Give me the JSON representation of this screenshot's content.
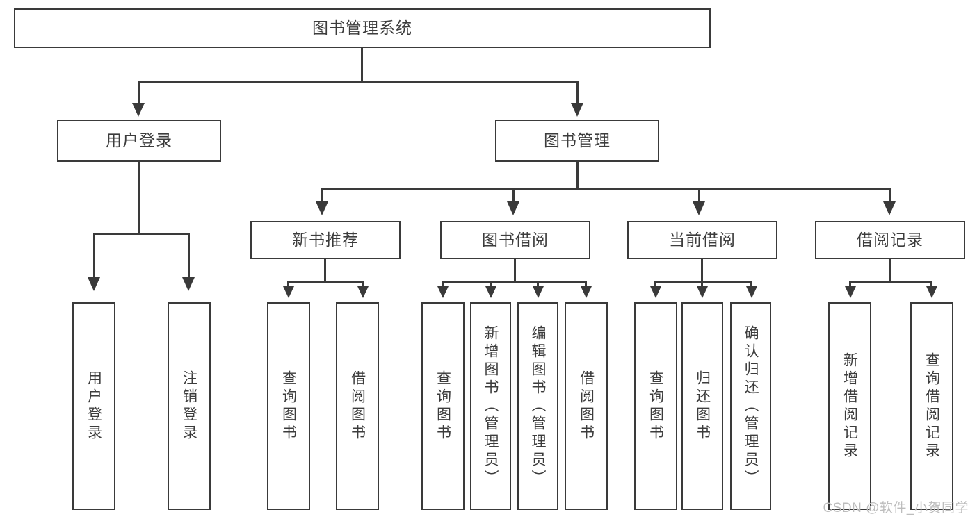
{
  "diagram": {
    "title": "图书管理系统",
    "type": "tree-hierarchy-diagram",
    "root": {
      "label": "图书管理系统"
    },
    "level2": [
      {
        "id": "user-login",
        "label": "用户登录"
      },
      {
        "id": "book-management",
        "label": "图书管理"
      }
    ],
    "level3": [
      {
        "id": "new-book-recommend",
        "label": "新书推荐"
      },
      {
        "id": "book-borrow",
        "label": "图书借阅"
      },
      {
        "id": "current-borrow",
        "label": "当前借阅"
      },
      {
        "id": "borrow-record",
        "label": "借阅记录"
      }
    ],
    "leaves": {
      "user_login": [
        {
          "id": "leaf-user-login",
          "label": "用户登录"
        },
        {
          "id": "leaf-logout",
          "label": "注销登录"
        }
      ],
      "new_book_recommend": [
        {
          "id": "leaf-query-book-1",
          "label": "查询图书"
        },
        {
          "id": "leaf-borrow-book-1",
          "label": "借阅图书"
        }
      ],
      "book_borrow": [
        {
          "id": "leaf-query-book-2",
          "label": "查询图书"
        },
        {
          "id": "leaf-add-book",
          "label": "新增图书（管理员）"
        },
        {
          "id": "leaf-edit-book",
          "label": "编辑图书（管理员）"
        },
        {
          "id": "leaf-borrow-book-2",
          "label": "借阅图书"
        }
      ],
      "current_borrow": [
        {
          "id": "leaf-query-book-3",
          "label": "查询图书"
        },
        {
          "id": "leaf-return-book",
          "label": "归还图书"
        },
        {
          "id": "leaf-confirm-return",
          "label": "确认归还（管理员）"
        }
      ],
      "borrow_record": [
        {
          "id": "leaf-add-record",
          "label": "新增借阅记录"
        },
        {
          "id": "leaf-query-record",
          "label": "查询借阅记录"
        }
      ]
    }
  },
  "watermark": {
    "text": "CSDN @软件_小贺同学"
  },
  "colors": {
    "stroke": "#3a3a3a",
    "text": "#3c3c3c",
    "background": "#ffffff",
    "watermark": "#bdbdbd"
  }
}
